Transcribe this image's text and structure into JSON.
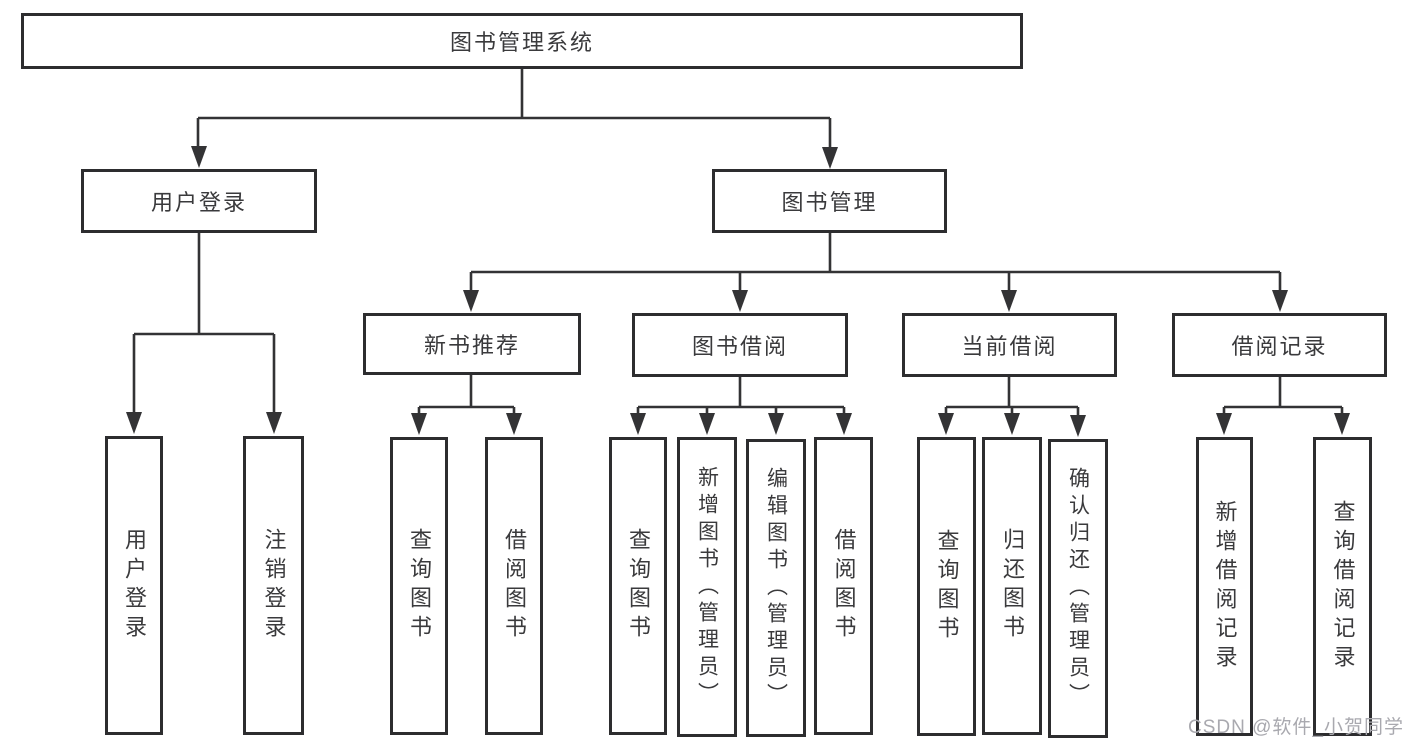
{
  "diagram": {
    "root": {
      "label": "图书管理系统"
    },
    "branches": [
      {
        "label": "用户登录",
        "children": [
          {
            "label": "用户登录"
          },
          {
            "label": "注销登录"
          }
        ]
      },
      {
        "label": "图书管理",
        "children": [
          {
            "label": "新书推荐",
            "children": [
              {
                "label": "查询图书"
              },
              {
                "label": "借阅图书"
              }
            ]
          },
          {
            "label": "图书借阅",
            "children": [
              {
                "label": "查询图书"
              },
              {
                "label": "新增图书（管理员）"
              },
              {
                "label": "编辑图书（管理员）"
              },
              {
                "label": "借阅图书"
              }
            ]
          },
          {
            "label": "当前借阅",
            "children": [
              {
                "label": "查询图书"
              },
              {
                "label": "归还图书"
              },
              {
                "label": "确认归还（管理员）"
              }
            ]
          },
          {
            "label": "借阅记录",
            "children": [
              {
                "label": "新增借阅记录"
              },
              {
                "label": "查询借阅记录"
              }
            ]
          }
        ]
      }
    ]
  },
  "watermark": {
    "text": "CSDN @软件_小贺同学"
  },
  "colors": {
    "line": "#333335",
    "box_border": "#2d2d2f",
    "text": "#3a3a3c",
    "watermark_text": "#a9a9af"
  }
}
